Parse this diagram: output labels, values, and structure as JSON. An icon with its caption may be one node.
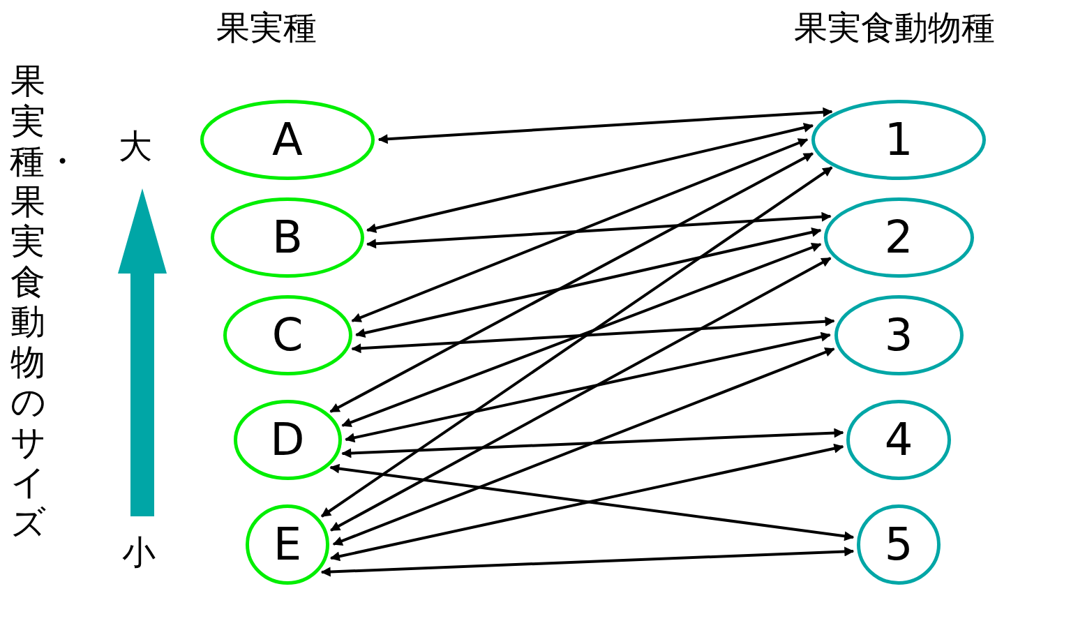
{
  "diagram": {
    "nodes": [
      {
        "text": [
          "A"
        ]
      },
      {
        "text": [
          "B"
        ]
      },
      {
        "text": [
          "C"
        ]
      },
      {
        "text": [
          "D"
        ]
      },
      {
        "text": [
          "E"
        ]
      },
      {
        "text": [
          "1"
        ]
      },
      {
        "text": [
          "2"
        ]
      },
      {
        "text": [
          "3"
        ]
      },
      {
        "text": [
          "4"
        ]
      },
      {
        "text": [
          "5"
        ]
      }
    ],
    "edges": [
      {
        "from": 0,
        "to": 5,
        "arrow": "both"
      },
      {
        "from": 1,
        "to": 5,
        "arrow": "both"
      },
      {
        "from": 1,
        "to": 6,
        "arrow": "both"
      },
      {
        "from": 2,
        "to": 5,
        "arrow": "both"
      },
      {
        "from": 2,
        "to": 6,
        "arrow": "both"
      },
      {
        "from": 2,
        "to": 7,
        "arrow": "both"
      },
      {
        "from": 3,
        "to": 5,
        "arrow": "both"
      },
      {
        "from": 3,
        "to": 6,
        "arrow": "both"
      },
      {
        "from": 3,
        "to": 7,
        "arrow": "both"
      },
      {
        "from": 3,
        "to": 8,
        "arrow": "both"
      },
      {
        "from": 3,
        "to": 9,
        "arrow": "both"
      },
      {
        "from": 4,
        "to": 5,
        "arrow": "both"
      },
      {
        "from": 4,
        "to": 6,
        "arrow": "both"
      },
      {
        "from": 4,
        "to": 7,
        "arrow": "both"
      },
      {
        "from": 4,
        "to": 8,
        "arrow": "both"
      },
      {
        "from": 4,
        "to": 9,
        "arrow": "both"
      }
    ],
    "labels": [
      "果実種",
      "果実食動物種",
      "果実種・果実食動物のサイズ",
      "大",
      "小"
    ]
  }
}
